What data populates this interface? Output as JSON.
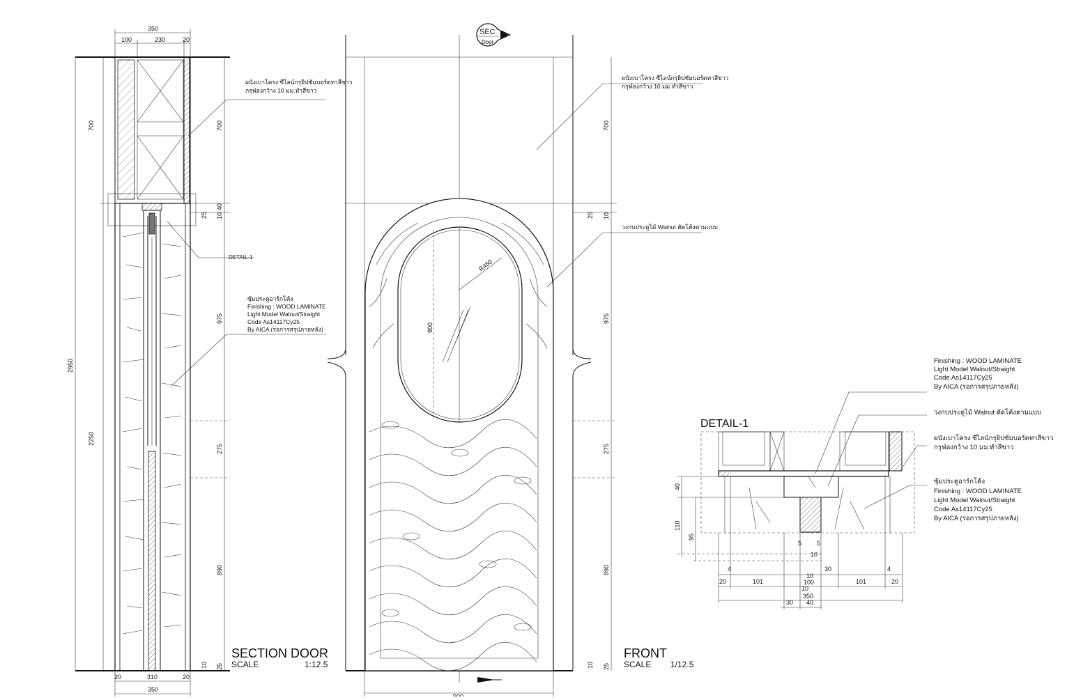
{
  "section_door": {
    "title": "SECTION DOOR",
    "scale_label": "SCALE",
    "scale_value": "1:12.5",
    "dims_top": [
      "350",
      "100",
      "230",
      "20"
    ],
    "dims_bottom": [
      "20",
      "310",
      "20",
      "350"
    ],
    "dims_left": [
      "700",
      "2950",
      "2250"
    ],
    "dims_right": [
      "700",
      "25",
      "10",
      "40",
      "975",
      "275",
      "890",
      "10",
      "25"
    ],
    "detail_callout": "DETAIL-1",
    "note_wall": [
      "ผนังเบาโครง ซีไลน์กรุยิปซัมบอร์ดทาสีขาว",
      "กรุฟ่องกว้าง 10 มม.ทำสีขาว"
    ],
    "note_door": [
      "ซุ้มประตูอาร์กโค้ง",
      "Finishing : WOOD LAMINATE",
      "Light Model Walnut/Straight",
      "Code As14117Cy25",
      "By AICA (รอการสรุปภายหลัง)"
    ]
  },
  "front": {
    "title": "FRONT",
    "scale_label": "SCALE",
    "scale_value": "1/12.5",
    "section_marker": {
      "label": "SEC",
      "sub": "Door"
    },
    "dims_right": [
      "700",
      "25",
      "10",
      "975",
      "275",
      "890",
      "10",
      "25"
    ],
    "dim_bottom": "900",
    "dim_window_height": "900",
    "radius": "R450",
    "note_wall": [
      "ผนังเบาโครง ซีไลน์กรุยิปซัมบอร์ดทาสีขาว",
      "กรุฟ่องกว้าง 10 มม.ทำสีขาว"
    ],
    "note_frame": "วงกบประตูไม้ Walnut ดัดโค้งตามแบบ"
  },
  "detail1": {
    "title": "DETAIL-1",
    "note_finish": [
      "Finishing : WOOD LAMINATE",
      "Light Model Walnut/Straight",
      "Code As14117Cy25",
      "By AICA (รอการสรุปภายหลัง)"
    ],
    "note_frame": "วงกบประตูไม้ Walnut ดัดโค้งตามแบบ",
    "note_wall": [
      "ผนังเบาโครง ซีไลน์กรุยิปซัมบอร์ดทาสีขาว",
      "กรุฟ่องกว้าง 10 มม.ทำสีขาว"
    ],
    "note_door": [
      "ซุ้มประตูอาร์กโค้ง",
      "Finishing : WOOD LAMINATE",
      "Light Model Walnut/Straight",
      "Code As14117Cy25",
      "By AICA (รอการสรุปภายหลัง)"
    ],
    "dims_left": [
      "40",
      "110",
      "95"
    ],
    "dims_mid": [
      "5",
      "5",
      "10"
    ],
    "dims_row1": [
      "4",
      "20",
      "101",
      "10",
      "100",
      "30",
      "101",
      "4",
      "20"
    ],
    "dims_row2": [
      "10",
      "350",
      "30",
      "40"
    ]
  }
}
